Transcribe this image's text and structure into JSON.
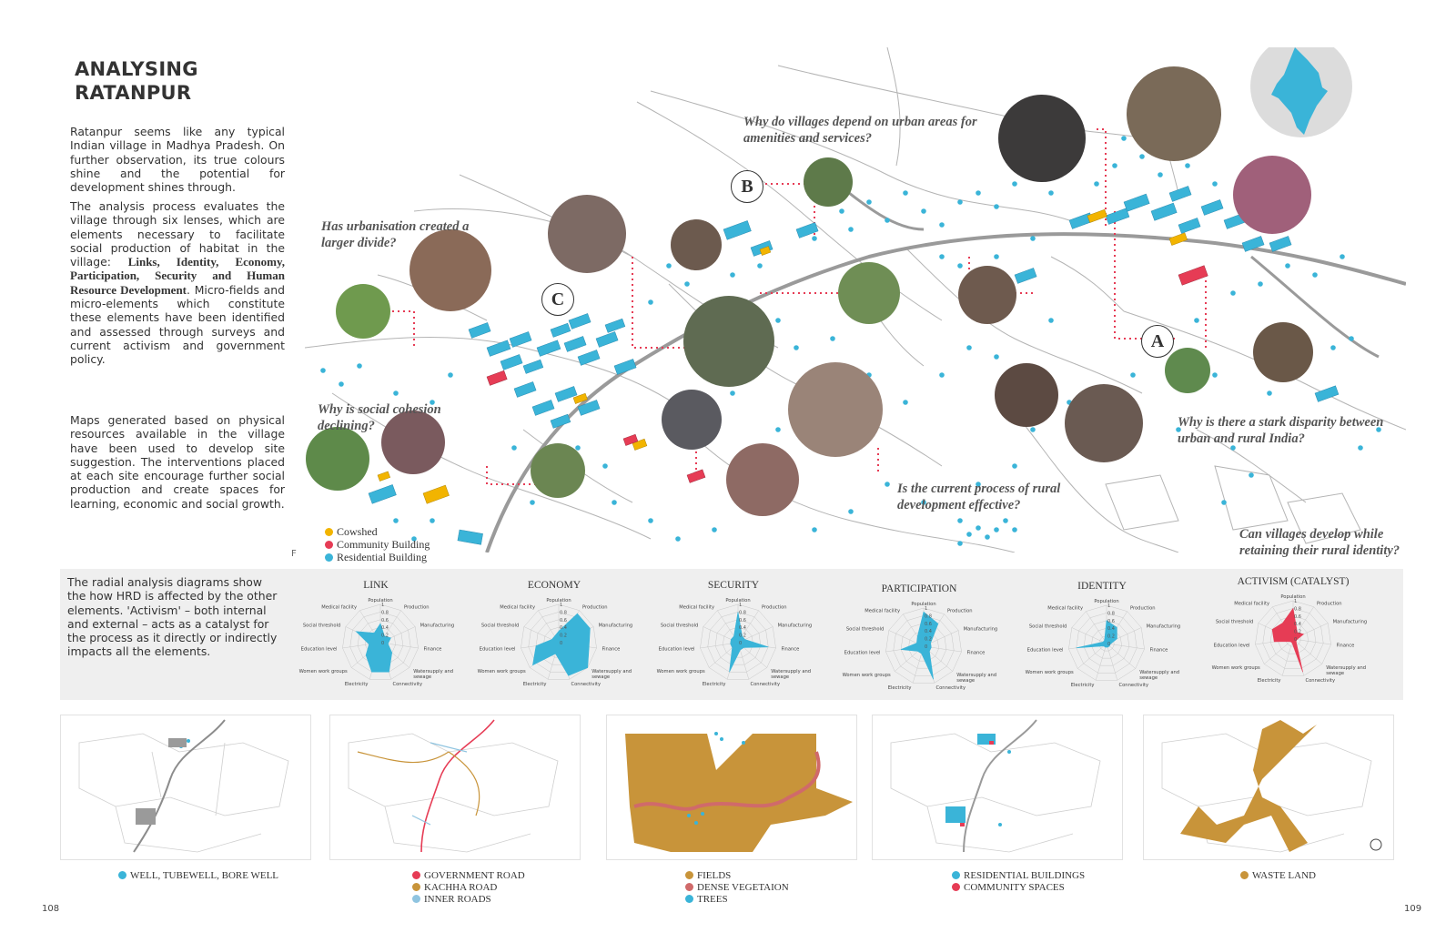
{
  "title_line1": "ANALYSING",
  "title_line2": "RATANPUR",
  "para1": "Ratanpur seems like any typical Indian village in Madhya Pradesh. On further observation, its true colours shine and the potential for development shines through.",
  "para2_start": "The analysis process evaluates the village through six lenses, which are elements necessary to facilitate social production of habitat in the village: ",
  "para2_bold": "Links, Identity, Economy, Participation, Security and Human Resource Development",
  "para2_end": ". Micro-fields and micro-elements which constitute these elements have been identified and assessed through surveys and current activism and government policy.",
  "para3": "Maps generated based on physical resources available in the village have been used to develop site suggestion. The interventions placed at each site encourage further social production and create spaces for learning, economic and social growth.",
  "questions": {
    "q1": "Why do villages depend on urban areas for amenities and services?",
    "q2": "Has urbanisation created a larger divide?",
    "q3": "Why is social cohesion declining?",
    "q4": "Is the current process of rural development effective?",
    "q5": "Why is there a stark disparity between urban and rural India?",
    "q6": "Can villages develop while retaining their rural identity?"
  },
  "markers": {
    "a": "A",
    "b": "B",
    "c": "C"
  },
  "stray_letter": "F",
  "map_legend": [
    {
      "label": "Cowshed",
      "color": "#f2b400"
    },
    {
      "label": "Community Building",
      "color": "#e63c55"
    },
    {
      "label": "Residential Building",
      "color": "#3ab4d8"
    }
  ],
  "radial_text": "The radial analysis diagrams show the how HRD is affected by the other elements. 'Activism' – both internal and external – acts as a catalyst for the process as it directly or indirectly impacts all the  elements.",
  "chart_data": [
    {
      "type": "radar",
      "title": "LINK",
      "color": "#3ab4d8",
      "axes": [
        "Population",
        "Production",
        "Manufacturing",
        "Finance",
        "Watersupply and sewage",
        "Connectivity",
        "Electricity",
        "Women work groups",
        "Education level",
        "Social threshold",
        "Medical facility"
      ],
      "ticks": [
        "1",
        "0.8",
        "0.6",
        "0.4",
        "0.2",
        "0"
      ],
      "values": [
        0.5,
        0.2,
        0.3,
        0.2,
        0.4,
        0.8,
        0.8,
        0.5,
        0.3,
        0.7,
        0.3
      ],
      "range": [
        0,
        1
      ]
    },
    {
      "type": "radar",
      "title": "ECONOMY",
      "color": "#3ab4d8",
      "axes": [
        "Population",
        "Production",
        "Manufacturing",
        "Finance",
        "Watersupply and sewage",
        "Connectivity",
        "Electricity",
        "Women work groups",
        "Education level",
        "Social threshold",
        "Medical facility"
      ],
      "ticks": [
        "1",
        "0.8",
        "0.6",
        "0.4",
        "0.2",
        "0"
      ],
      "values": [
        0.3,
        0.9,
        0.9,
        0.8,
        1.0,
        0.9,
        0.3,
        0.9,
        0.6,
        0.2,
        0.2
      ],
      "range": [
        0,
        1
      ]
    },
    {
      "type": "radar",
      "title": "SECURITY",
      "color": "#3ab4d8",
      "axes": [
        "Population",
        "Production",
        "Manufacturing",
        "Finance",
        "Watersupply and sewage",
        "Connectivity",
        "Electricity",
        "Women work groups",
        "Education level",
        "Social threshold",
        "Medical facility"
      ],
      "ticks": [
        "1",
        "0.8",
        "0.6",
        "0.4",
        "0.2",
        "0"
      ],
      "values": [
        0.8,
        0.2,
        0.2,
        0.8,
        0.2,
        0.2,
        0.8,
        0.2,
        0.2,
        0.2,
        0.2
      ],
      "range": [
        0,
        1
      ]
    },
    {
      "type": "radar",
      "title": "PARTICIPATION",
      "color": "#3ab4d8",
      "axes": [
        "Population",
        "Production",
        "Manufacturing",
        "Finance",
        "Watersupply and sewage",
        "Connectivity",
        "Electricity",
        "Women work groups",
        "Education level",
        "Social threshold",
        "Medical facility"
      ],
      "ticks": [
        "1",
        "0.8",
        "0.6",
        "0.4",
        "0.2",
        "0"
      ],
      "values": [
        0.9,
        0.7,
        0.2,
        0.2,
        0.2,
        0.9,
        0.2,
        0.2,
        0.6,
        0.2,
        0.3
      ],
      "range": [
        0,
        1
      ]
    },
    {
      "type": "radar",
      "title": "IDENTITY",
      "color": "#3ab4d8",
      "axes": [
        "Population",
        "Production",
        "Manufacturing",
        "Finance",
        "Watersupply and sewage",
        "Connectivity",
        "Electricity",
        "Women work groups",
        "Education level",
        "Social threshold",
        "Medical facility"
      ],
      "ticks": [
        "1",
        "0.8",
        "0.6",
        "0.4",
        "0.2",
        "0"
      ],
      "values": [
        0.6,
        0.5,
        0.3,
        0.1,
        0.1,
        0.1,
        0.1,
        0.1,
        0.8,
        0.1,
        0.1
      ],
      "range": [
        0,
        1
      ]
    },
    {
      "type": "radar",
      "title": "ACTIVISM (CATALYST)",
      "color": "#e63c55",
      "axes": [
        "Population",
        "Production",
        "Manufacturing",
        "Finance",
        "Watersupply and sewage",
        "Connectivity",
        "Electricity",
        "Women work groups",
        "Education level",
        "Social threshold",
        "Medical facility"
      ],
      "ticks": [
        "1",
        "0.8",
        "0.6",
        "0.4",
        "0.2",
        "0"
      ],
      "values": [
        0.8,
        0.2,
        0.3,
        0.1,
        0.1,
        0.9,
        0.1,
        0.1,
        0.5,
        0.6,
        0.5
      ],
      "range": [
        0,
        1
      ]
    }
  ],
  "mini_maps": [
    {
      "legend": [
        {
          "label": "WELL, TUBEWELL, BORE WELL",
          "color": "#3ab4d8"
        }
      ]
    },
    {
      "legend": [
        {
          "label": "GOVERNMENT ROAD",
          "color": "#e63c55"
        },
        {
          "label": "KACHHA ROAD",
          "color": "#c8943a"
        },
        {
          "label": "INNER ROADS",
          "color": "#8fc4e0"
        }
      ]
    },
    {
      "legend": [
        {
          "label": "FIELDS",
          "color": "#c8943a"
        },
        {
          "label": "DENSE VEGETAION",
          "color": "#d06a6a"
        },
        {
          "label": "TREES",
          "color": "#3ab4d8"
        }
      ]
    },
    {
      "legend": [
        {
          "label": "RESIDENTIAL BUILDINGS",
          "color": "#3ab4d8"
        },
        {
          "label": "COMMUNITY SPACES",
          "color": "#e63c55"
        }
      ]
    },
    {
      "legend": [
        {
          "label": "WASTE LAND",
          "color": "#c8943a"
        }
      ]
    }
  ],
  "page_left": "108",
  "page_right": "109",
  "colors": {
    "blue": "#3ab4d8",
    "red": "#e63c55",
    "yellow": "#f2b400",
    "brown": "#c8943a",
    "road": "#9a9a9a",
    "dotline": "#e63c55"
  }
}
